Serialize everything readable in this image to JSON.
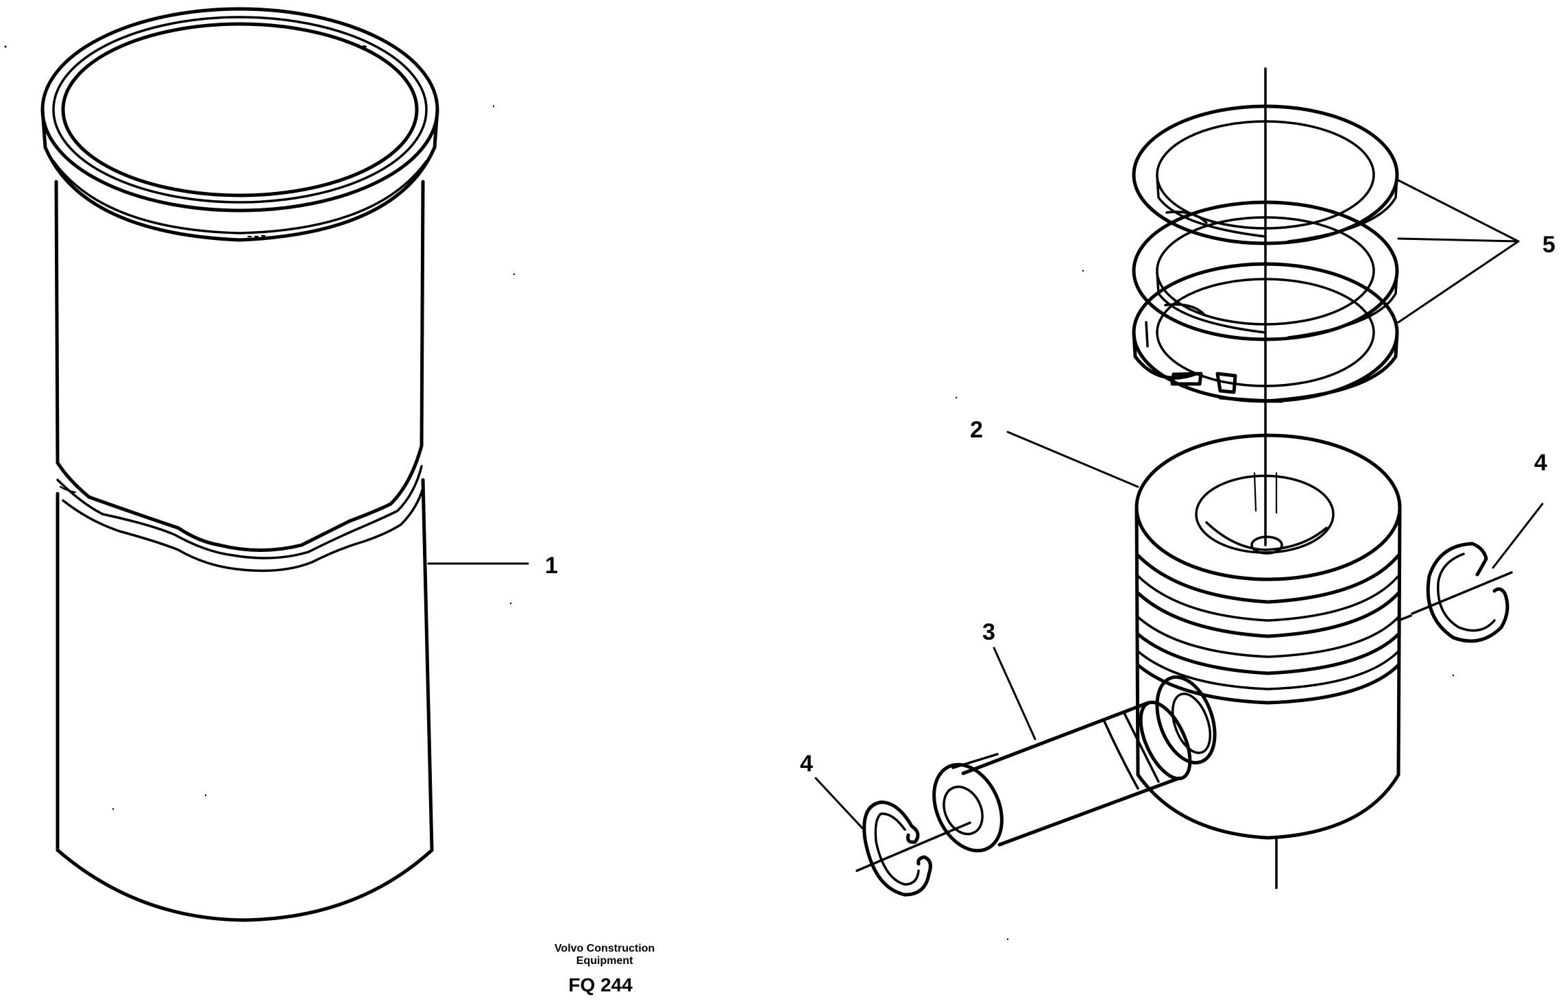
{
  "callouts": {
    "c1": "1",
    "c2": "2",
    "c3": "3",
    "c4_right": "4",
    "c4_left": "4",
    "c5": "5"
  },
  "caption": {
    "line1": "Volvo Construction",
    "line2": "Equipment",
    "code": "FQ 244"
  },
  "parts": [
    {
      "ref": "1",
      "icon": "cylinder-liner-icon"
    },
    {
      "ref": "2",
      "icon": "piston-icon"
    },
    {
      "ref": "3",
      "icon": "piston-pin-icon"
    },
    {
      "ref": "4",
      "icon": "circlip-icon"
    },
    {
      "ref": "5",
      "icon": "piston-ring-set-icon"
    }
  ]
}
